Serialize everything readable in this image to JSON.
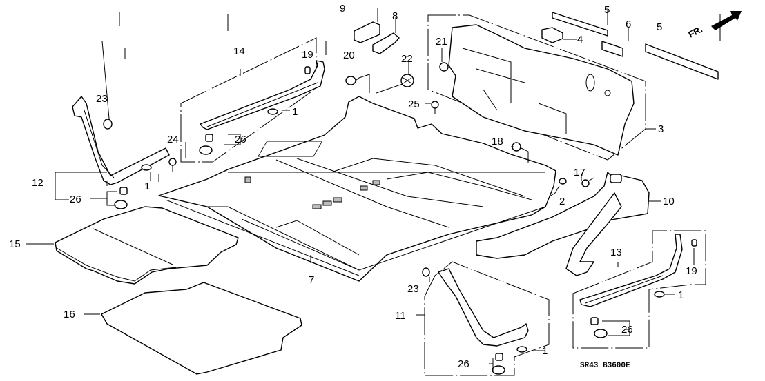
{
  "diagram": {
    "title": "Floor mat / rear trim exploded parts diagram",
    "code": "SR43 B3600E",
    "direction_indicator": "FR.",
    "callouts": [
      {
        "id": "c1a",
        "label": "1"
      },
      {
        "id": "c1b",
        "label": "1"
      },
      {
        "id": "c1c",
        "label": "1"
      },
      {
        "id": "c1d",
        "label": "1"
      },
      {
        "id": "c2",
        "label": "2"
      },
      {
        "id": "c3",
        "label": "3"
      },
      {
        "id": "c4",
        "label": "4"
      },
      {
        "id": "c5a",
        "label": "5"
      },
      {
        "id": "c5b",
        "label": "5"
      },
      {
        "id": "c6",
        "label": "6"
      },
      {
        "id": "c7",
        "label": "7"
      },
      {
        "id": "c8",
        "label": "8"
      },
      {
        "id": "c9",
        "label": "9"
      },
      {
        "id": "c10",
        "label": "10"
      },
      {
        "id": "c11",
        "label": "11"
      },
      {
        "id": "c12",
        "label": "12"
      },
      {
        "id": "c13",
        "label": "13"
      },
      {
        "id": "c14",
        "label": "14"
      },
      {
        "id": "c15",
        "label": "15"
      },
      {
        "id": "c16",
        "label": "16"
      },
      {
        "id": "c17",
        "label": "17"
      },
      {
        "id": "c18",
        "label": "18"
      },
      {
        "id": "c19a",
        "label": "19"
      },
      {
        "id": "c19b",
        "label": "19"
      },
      {
        "id": "c20",
        "label": "20"
      },
      {
        "id": "c21",
        "label": "21"
      },
      {
        "id": "c22",
        "label": "22"
      },
      {
        "id": "c23a",
        "label": "23"
      },
      {
        "id": "c23b",
        "label": "23"
      },
      {
        "id": "c24",
        "label": "24"
      },
      {
        "id": "c25",
        "label": "25"
      },
      {
        "id": "c26a",
        "label": "26"
      },
      {
        "id": "c26b",
        "label": "26"
      },
      {
        "id": "c26c",
        "label": "26"
      },
      {
        "id": "c26d",
        "label": "26"
      }
    ]
  }
}
